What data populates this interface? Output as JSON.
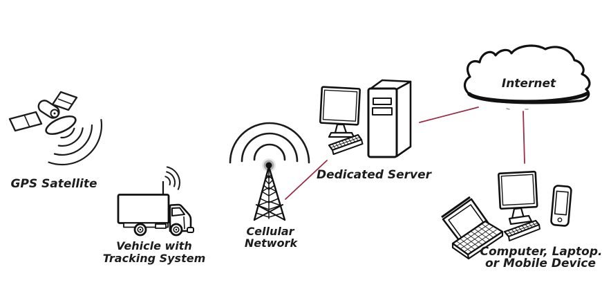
{
  "diagram": {
    "background_color": "#ffffff",
    "ink_color": "#1b1b1b",
    "connection_line_color": "#9b2c47",
    "labels": {
      "gps_satellite": "GPS Satellite",
      "vehicle_line1": "Vehicle with",
      "vehicle_line2": "Tracking System",
      "cellular_line1": "Cellular",
      "cellular_line2": "Network",
      "dedicated_server": "Dedicated Server",
      "internet": "Internet",
      "devices_line1": "Computer, Laptop.",
      "devices_line2": "or Mobile Device"
    },
    "nodes": [
      {
        "id": "gps-satellite",
        "label": "GPS Satellite"
      },
      {
        "id": "vehicle-tracking-system",
        "label": "Vehicle with Tracking System"
      },
      {
        "id": "cellular-network",
        "label": "Cellular Network"
      },
      {
        "id": "dedicated-server",
        "label": "Dedicated Server"
      },
      {
        "id": "internet",
        "label": "Internet"
      },
      {
        "id": "client-devices",
        "label": "Computer, Laptop. or Mobile Device"
      }
    ],
    "connections": [
      {
        "from": "cellular-network",
        "to": "dedicated-server"
      },
      {
        "from": "dedicated-server",
        "to": "internet"
      },
      {
        "from": "internet",
        "to": "client-devices"
      }
    ]
  }
}
